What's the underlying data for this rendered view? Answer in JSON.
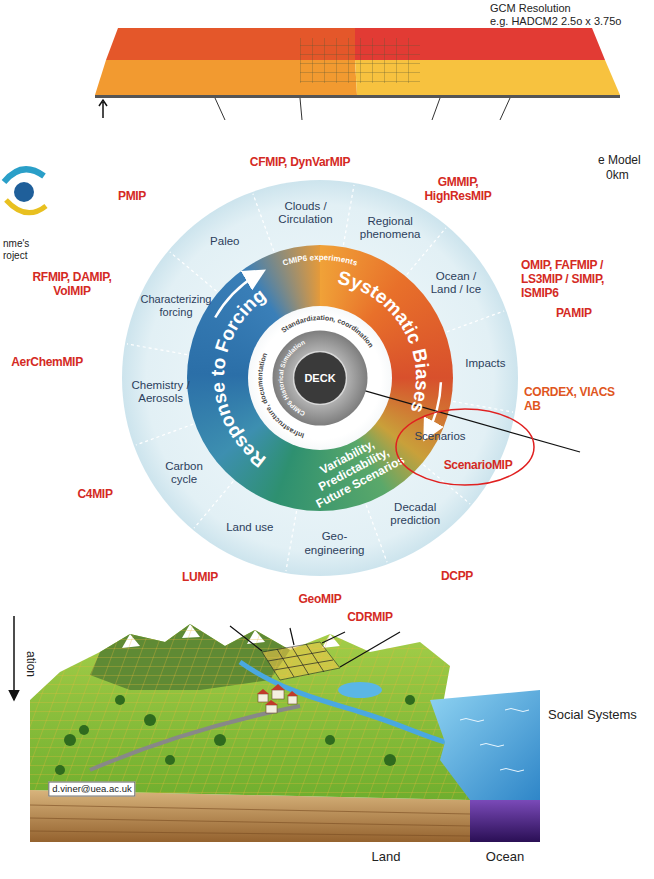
{
  "diagram": {
    "nodes": [
      {
        "text": [
          "CMIP6 Historical Simulation"
        ]
      },
      {
        "text": [
          "DECK"
        ],
        "in": 0
      },
      {
        "text": [
          "Scenarios",
          "ScenarioMIP"
        ]
      }
    ],
    "labels": [
      "GCM Resolution",
      "e.g. HADCM2 2.5o x 3.75o",
      "e Model",
      "0km",
      "nme's",
      "roject",
      "CFMIP, DynVarMIP",
      "PMIP",
      "GMMIP, HighResMIP",
      "OMIP, FAFMIP / LS3MIP / SIMIP, ISMIP6",
      "PAMIP",
      "RFMIP, DAMIP, VolMIP",
      "AerChemMIP",
      "CORDEX, VIACS AB",
      "C4MIP",
      "LUMIP",
      "DCPP",
      "GeoMIP",
      "CDRMIP",
      "Clouds / Circulation",
      "Regional phenomena",
      "Ocean / Land / Ice",
      "Impacts",
      "Decadal prediction",
      "Geo-engineering",
      "Land use",
      "Carbon cycle",
      "Chemistry / Aerosols",
      "Characterizing forcing",
      "Paleo",
      "CMIP6 experiments",
      "Systematic Biases",
      "Response to Forcing",
      "Variability, Predictability, Future Scenarios",
      "Standardization, coordination",
      "Infrastructure, documentation",
      "ation",
      "Social Systems",
      "d.viner@uea.ac.uk",
      "Land",
      "Ocean"
    ]
  }
}
